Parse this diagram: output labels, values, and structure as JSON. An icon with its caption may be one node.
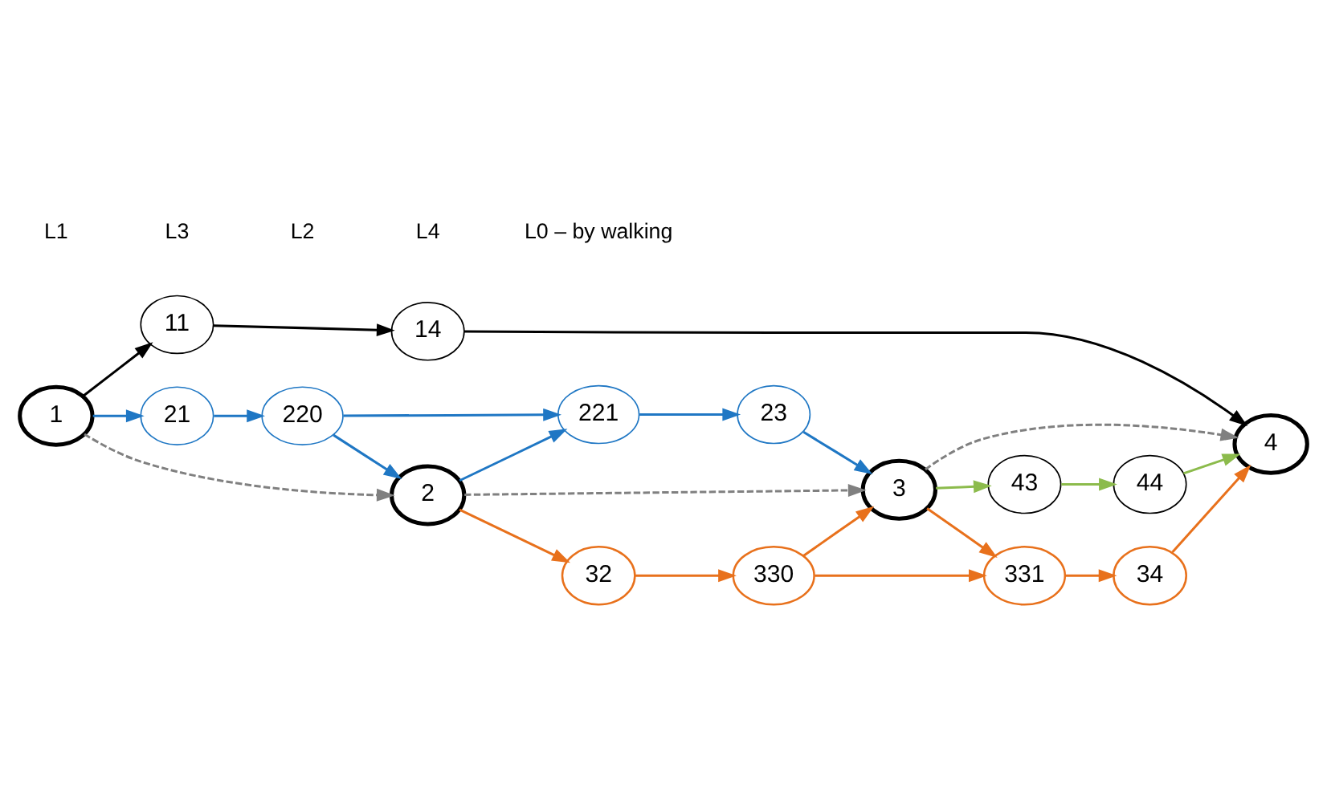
{
  "diagram": {
    "nodes": [
      {
        "text": [
          "11"
        ]
      },
      {
        "text": [
          "14"
        ]
      },
      {
        "text": [
          "21"
        ]
      },
      {
        "text": [
          "220"
        ]
      },
      {
        "text": [
          "221"
        ]
      },
      {
        "text": [
          "23"
        ]
      },
      {
        "text": [
          "32"
        ]
      },
      {
        "text": [
          "330"
        ]
      },
      {
        "text": [
          "331"
        ]
      },
      {
        "text": [
          "34"
        ]
      },
      {
        "text": [
          "1"
        ]
      },
      {
        "text": [
          "2"
        ]
      },
      {
        "text": [
          "3"
        ]
      },
      {
        "text": [
          "4"
        ]
      },
      {
        "text": [
          "43"
        ]
      },
      {
        "text": [
          "44"
        ]
      }
    ],
    "edges": [
      {
        "from": 10,
        "to": 0,
        "arrow": "to",
        "color": "#000000"
      },
      {
        "from": 0,
        "to": 1,
        "arrow": "to",
        "color": "#000000"
      },
      {
        "from": 1,
        "to": 13,
        "arrow": "to",
        "color": "#000000"
      },
      {
        "from": 10,
        "to": 2,
        "arrow": "to",
        "color": "#1f77c4"
      },
      {
        "from": 2,
        "to": 3,
        "arrow": "to",
        "color": "#1f77c4"
      },
      {
        "from": 3,
        "to": 4,
        "arrow": "to",
        "color": "#1f77c4"
      },
      {
        "from": 4,
        "to": 5,
        "arrow": "to",
        "color": "#1f77c4"
      },
      {
        "from": 3,
        "to": 11,
        "arrow": "to",
        "color": "#1f77c4"
      },
      {
        "from": 11,
        "to": 4,
        "arrow": "to",
        "color": "#1f77c4"
      },
      {
        "from": 5,
        "to": 12,
        "arrow": "to",
        "color": "#1f77c4"
      },
      {
        "from": 11,
        "to": 6,
        "arrow": "to",
        "color": "#e8711c"
      },
      {
        "from": 6,
        "to": 7,
        "arrow": "to",
        "color": "#e8711c"
      },
      {
        "from": 7,
        "to": 8,
        "arrow": "to",
        "color": "#e8711c"
      },
      {
        "from": 8,
        "to": 9,
        "arrow": "to",
        "color": "#e8711c"
      },
      {
        "from": 9,
        "to": 13,
        "arrow": "to",
        "color": "#e8711c"
      },
      {
        "from": 7,
        "to": 12,
        "arrow": "to",
        "color": "#e8711c"
      },
      {
        "from": 12,
        "to": 8,
        "arrow": "to",
        "color": "#e8711c"
      },
      {
        "from": 12,
        "to": 14,
        "arrow": "to",
        "color": "#8cbb4c"
      },
      {
        "from": 14,
        "to": 15,
        "arrow": "to",
        "color": "#8cbb4c"
      },
      {
        "from": 15,
        "to": 13,
        "arrow": "to",
        "color": "#8cbb4c"
      },
      {
        "from": 10,
        "to": 11,
        "arrow": "to",
        "style": "dashed",
        "color": "#808080"
      },
      {
        "from": 11,
        "to": 12,
        "arrow": "to",
        "style": "dashed",
        "color": "#808080"
      },
      {
        "from": 12,
        "to": 13,
        "arrow": "to",
        "style": "dashed",
        "color": "#808080"
      }
    ],
    "legend": [
      {
        "text": "L1"
      },
      {
        "text": "L3"
      },
      {
        "text": "L2"
      },
      {
        "text": "L4"
      },
      {
        "text": "L0 – by walking"
      }
    ]
  }
}
